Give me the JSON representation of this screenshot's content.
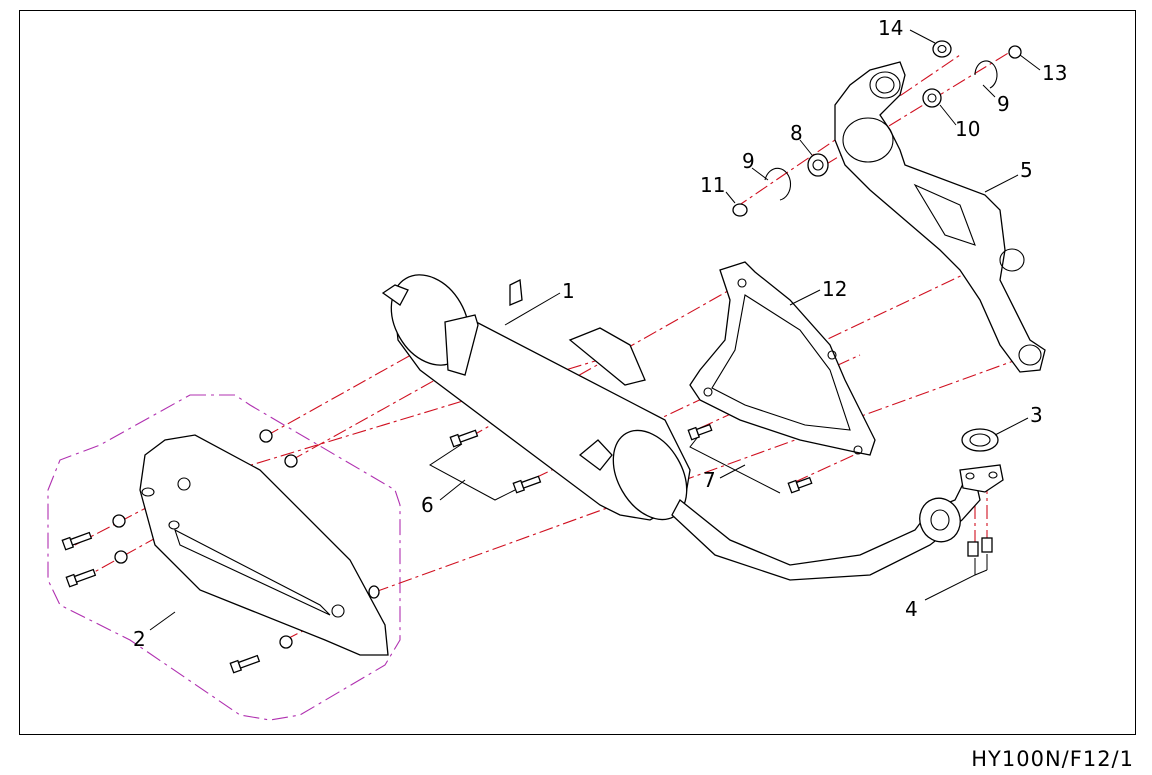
{
  "drawing_code": "HY100N/F12/1",
  "callouts": [
    {
      "id": "1",
      "label": "1"
    },
    {
      "id": "2",
      "label": "2"
    },
    {
      "id": "3",
      "label": "3"
    },
    {
      "id": "4",
      "label": "4"
    },
    {
      "id": "5",
      "label": "5"
    },
    {
      "id": "6",
      "label": "6"
    },
    {
      "id": "7",
      "label": "7"
    },
    {
      "id": "8",
      "label": "8"
    },
    {
      "id": "9a",
      "label": "9"
    },
    {
      "id": "9b",
      "label": "9"
    },
    {
      "id": "10",
      "label": "10"
    },
    {
      "id": "11",
      "label": "11"
    },
    {
      "id": "12",
      "label": "12"
    },
    {
      "id": "13",
      "label": "13"
    },
    {
      "id": "14",
      "label": "14"
    }
  ],
  "colors": {
    "line": "#000000",
    "assembly_axis": "#d01020",
    "group_outline": "#b030b0",
    "background": "#ffffff"
  }
}
